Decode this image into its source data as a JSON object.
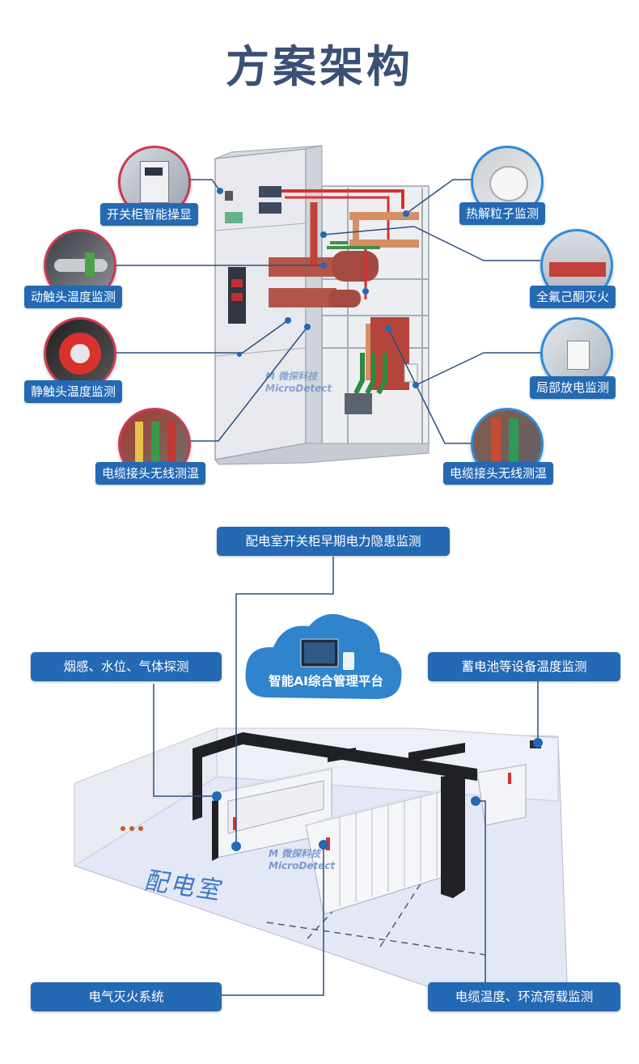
{
  "title": "方案架构",
  "cabinet_callouts": {
    "left": [
      {
        "label": "开关柜智能操显"
      },
      {
        "label": "动触头温度监测"
      },
      {
        "label": "静触头温度监测"
      },
      {
        "label": "电缆接头无线测温"
      }
    ],
    "right": [
      {
        "label": "热解粒子监测"
      },
      {
        "label": "全氟己酮灭火"
      },
      {
        "label": "局部放电监测"
      },
      {
        "label": "电缆接头无线测温"
      }
    ]
  },
  "room": {
    "top_label": "配电室开关柜早期电力隐患监测",
    "cloud_label": "智能AI综合管理平台",
    "left_label": "烟感、水位、气体探测",
    "right_label": "蓄电池等设备温度监测",
    "bottom_left_label": "电气灭火系统",
    "bottom_right_label": "电缆温度、环流荷载监测",
    "floor_text": "配电室"
  },
  "watermark": {
    "cn": "微探科技",
    "en": "MicroDetect",
    "logo": "M"
  },
  "colors": {
    "label_bg": "#2469b3",
    "title": "#3a5074",
    "accent_red": "#c93a52",
    "accent_blue": "#2f8ad8",
    "line": "#2c4f7e"
  }
}
